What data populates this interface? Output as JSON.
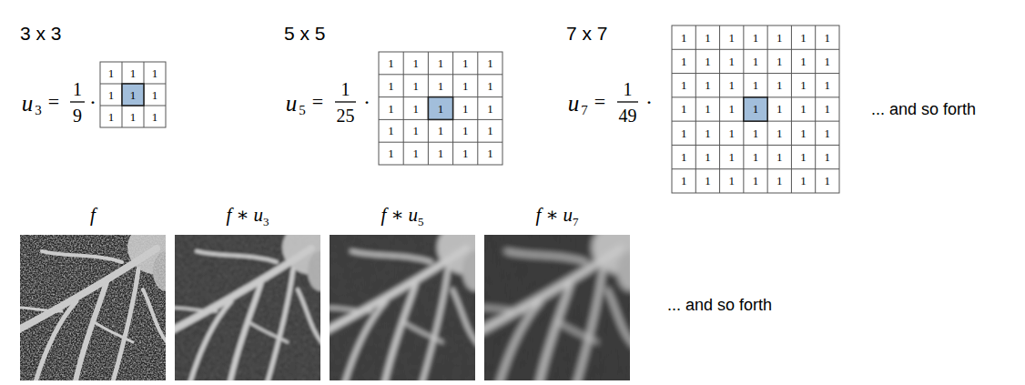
{
  "diagram": {
    "labels": [
      "3 x 3",
      "u",
      "3",
      "=",
      "1",
      "9",
      "·",
      "1",
      "1",
      "1",
      "1",
      "1",
      "1",
      "1",
      "1",
      "1",
      "5 x 5",
      "u",
      "5",
      "=",
      "1",
      "25",
      "·",
      "1",
      "1",
      "1",
      "1",
      "1",
      "1",
      "1",
      "1",
      "1",
      "1",
      "1",
      "1",
      "1",
      "1",
      "1",
      "1",
      "1",
      "1",
      "1",
      "1",
      "1",
      "1",
      "1",
      "1",
      "1",
      "7 x 7",
      "u",
      "7",
      "=",
      "1",
      "49",
      "·",
      "1",
      "1",
      "1",
      "1",
      "1",
      "1",
      "1",
      "1",
      "1",
      "1",
      "1",
      "1",
      "1",
      "1",
      "1",
      "1",
      "1",
      "1",
      "1",
      "1",
      "1",
      "1",
      "1",
      "1",
      "1",
      "1",
      "1",
      "1",
      "1",
      "1",
      "1",
      "1",
      "1",
      "1",
      "1",
      "1",
      "1",
      "1",
      "1",
      "1",
      "1",
      "1",
      "1",
      "1",
      "1",
      "1",
      "1",
      "1",
      "1",
      "... and so forth",
      "f",
      "f",
      "∗",
      "u",
      "3",
      "f",
      "∗",
      "u",
      "5",
      "f",
      "∗",
      "u",
      "7",
      "... and so forth"
    ]
  }
}
